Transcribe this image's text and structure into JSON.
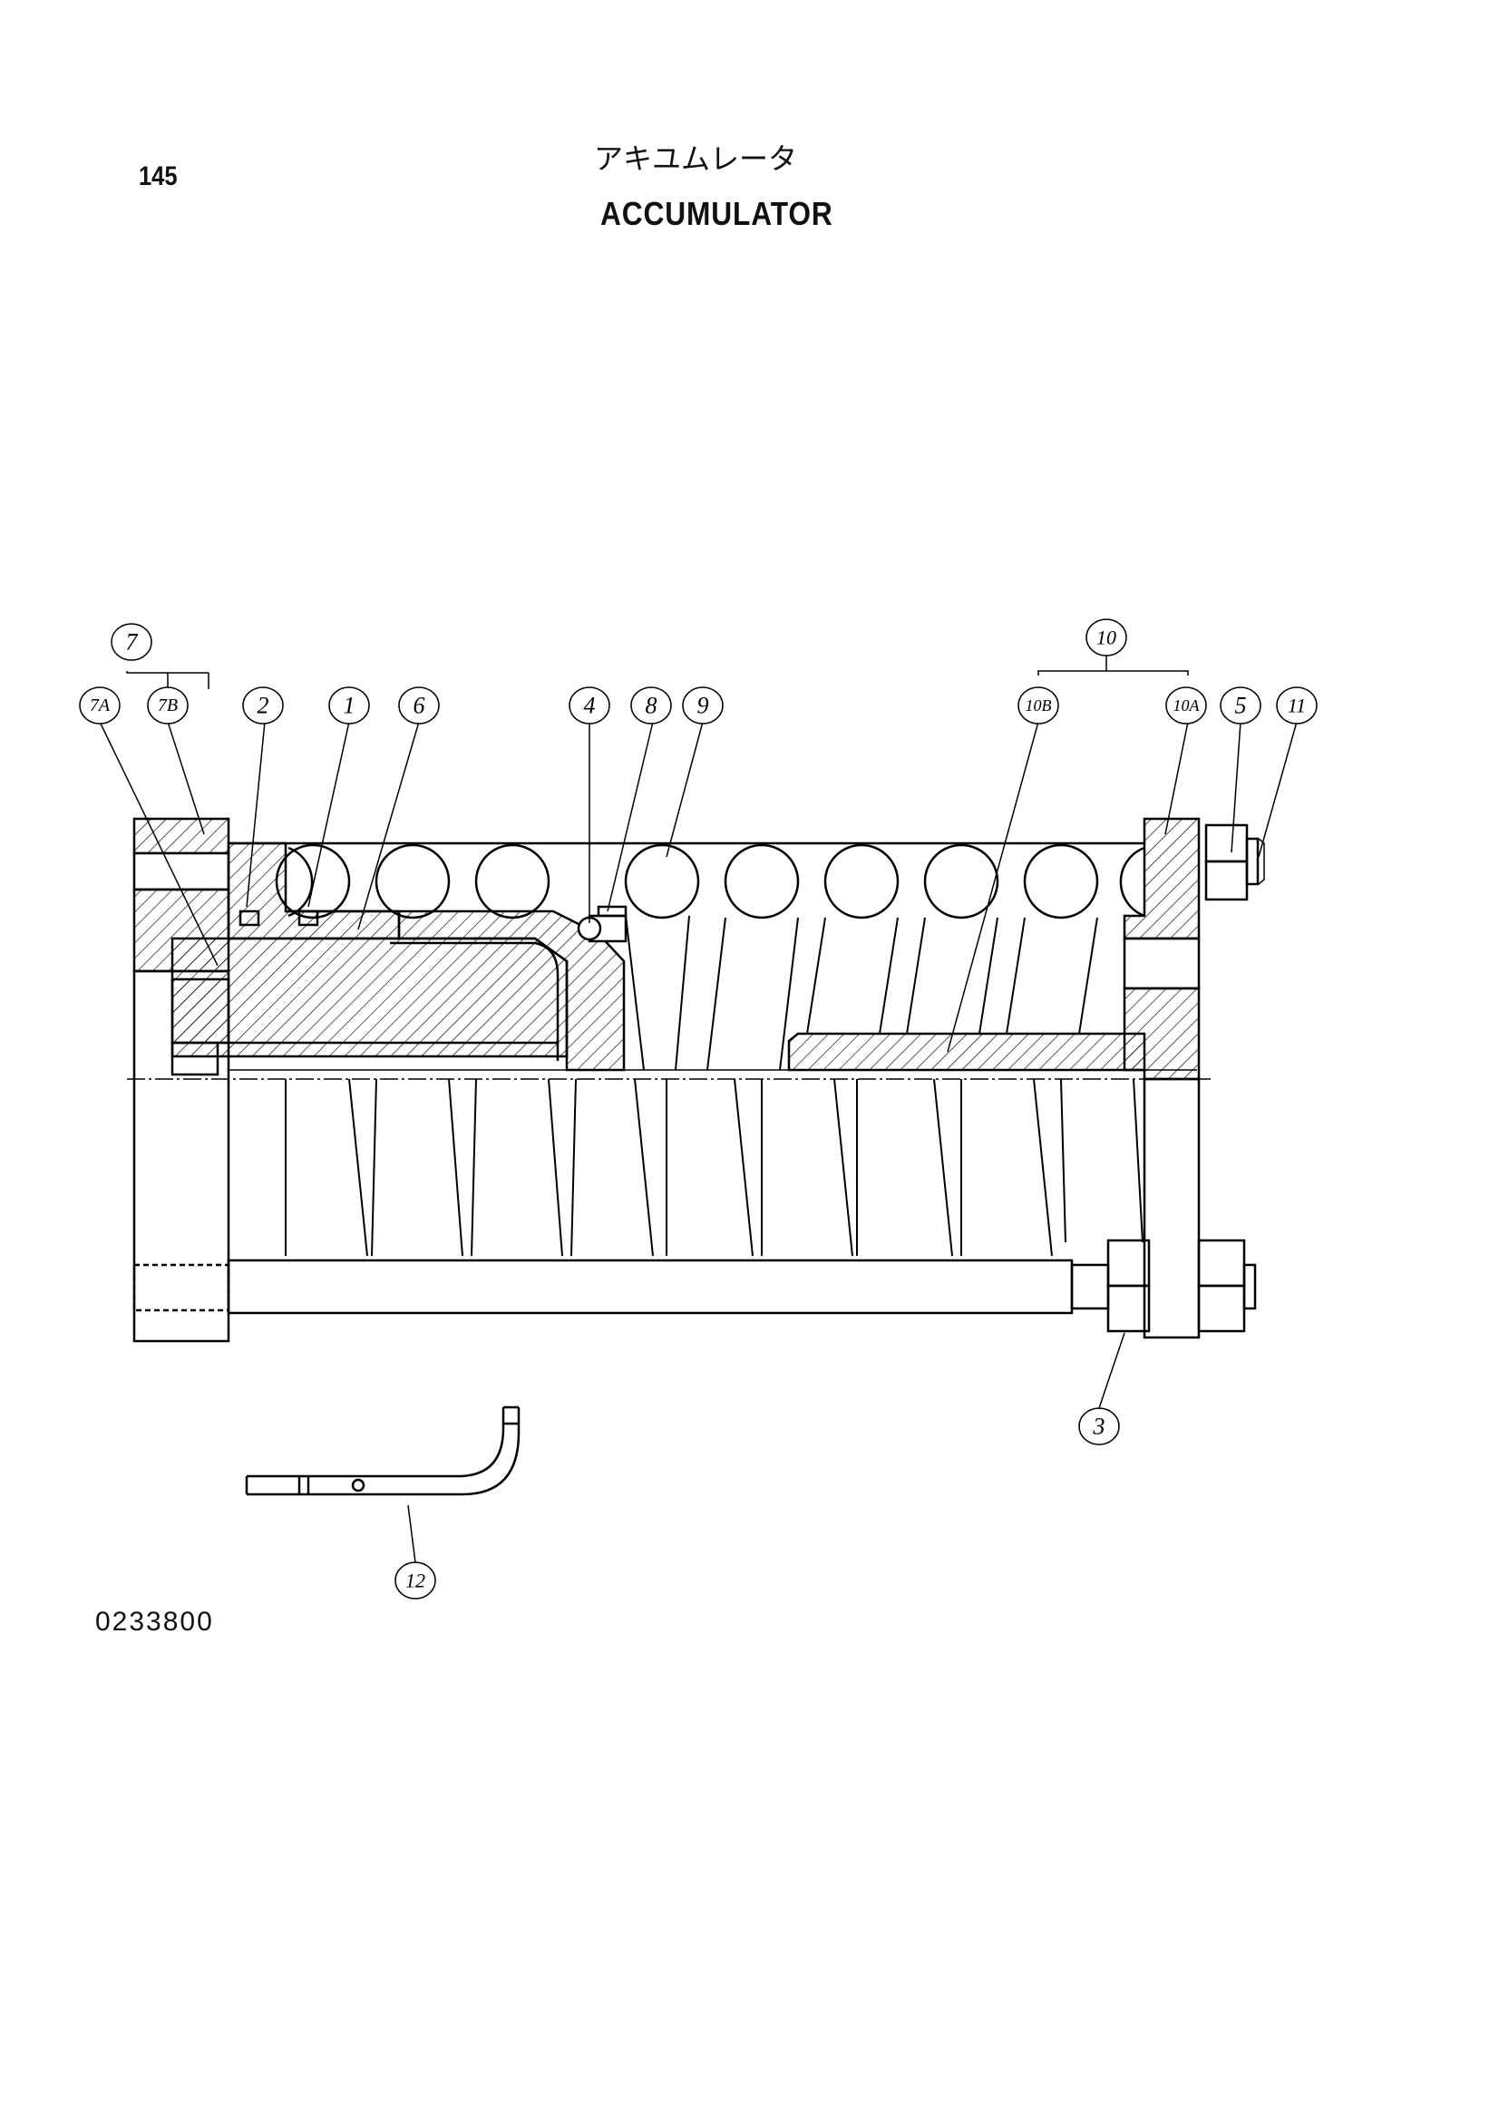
{
  "header": {
    "page_number": "145",
    "title_jp": "アキユムレータ",
    "title_en": "ACCUMULATOR"
  },
  "footer": {
    "drawing_code": "0233800"
  },
  "callouts": {
    "c7": "7",
    "c7A": "7A",
    "c7B": "7B",
    "c2": "2",
    "c1": "1",
    "c6": "6",
    "c4": "4",
    "c8": "8",
    "c9": "9",
    "c10": "10",
    "c10B": "10B",
    "c10A": "10A",
    "c5": "5",
    "c11": "11",
    "c3": "3",
    "c12": "12"
  }
}
